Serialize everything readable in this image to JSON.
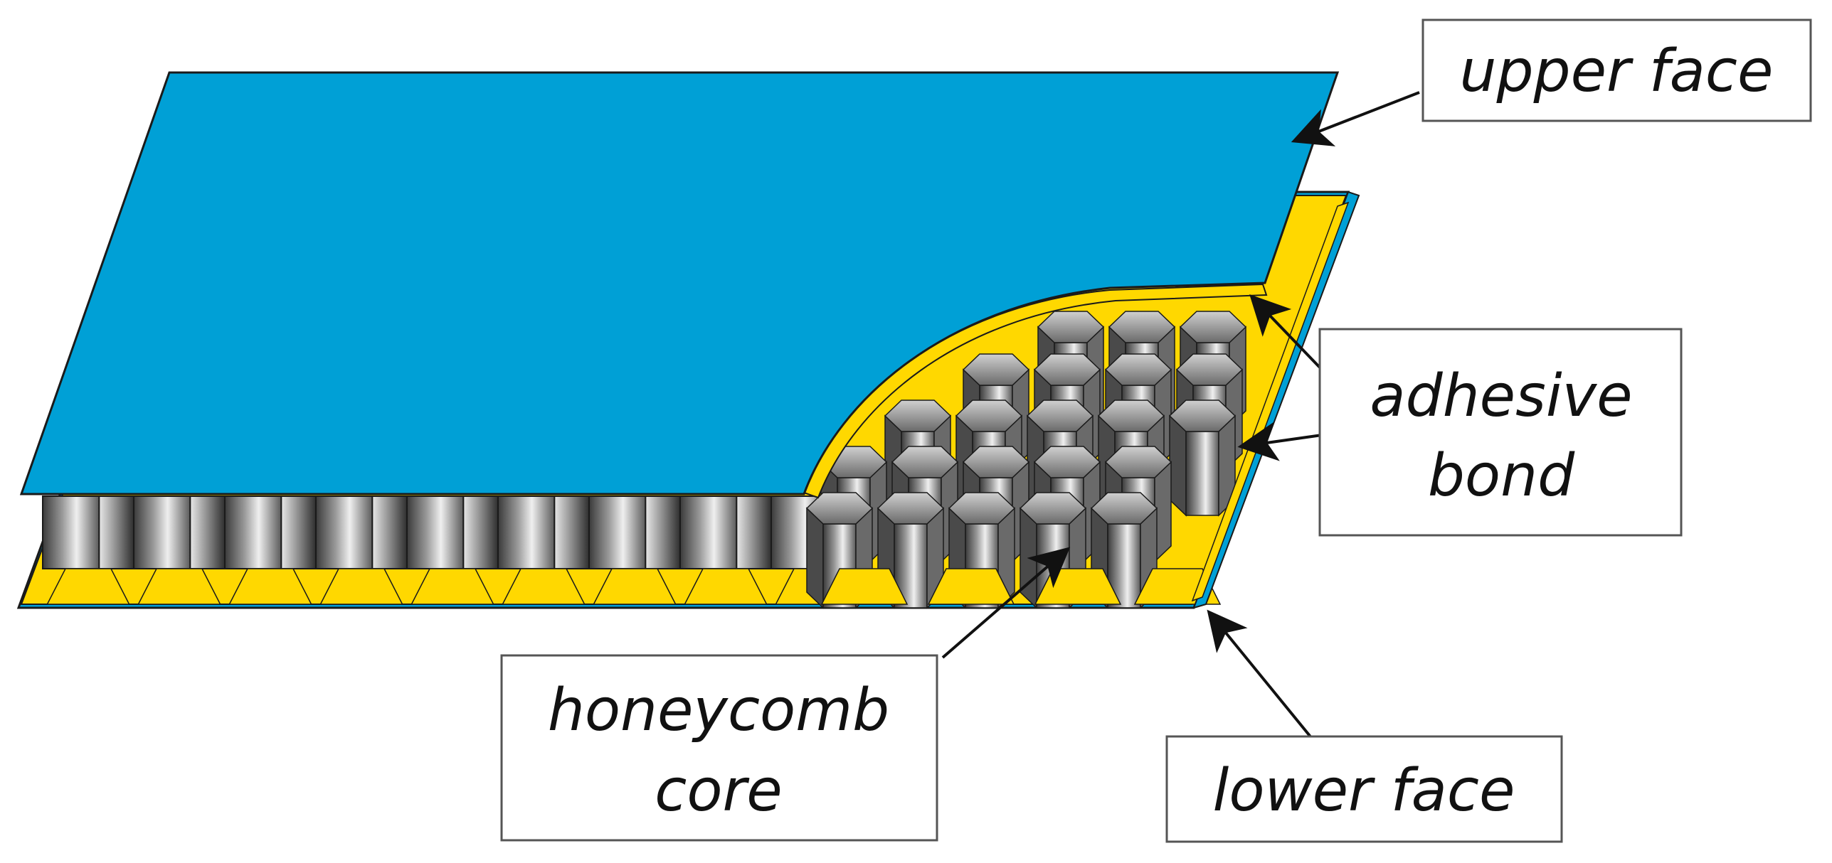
{
  "labels": {
    "upper_face": "upper face",
    "adhesive_bond_line1": "adhesive",
    "adhesive_bond_line2": "bond",
    "honeycomb_core_line1": "honeycomb",
    "honeycomb_core_line2": "core",
    "lower_face": "lower face"
  },
  "colors": {
    "upper_face": "#00a0d6",
    "lower_face": "#00a0d6",
    "adhesive": "#ffd800",
    "cell_light": "#e8e8e8",
    "cell_mid": "#9a9a9a",
    "cell_dark": "#3a3a3a",
    "outline": "#1a1a1a",
    "label_border": "#555555",
    "arrow": "#111111"
  }
}
